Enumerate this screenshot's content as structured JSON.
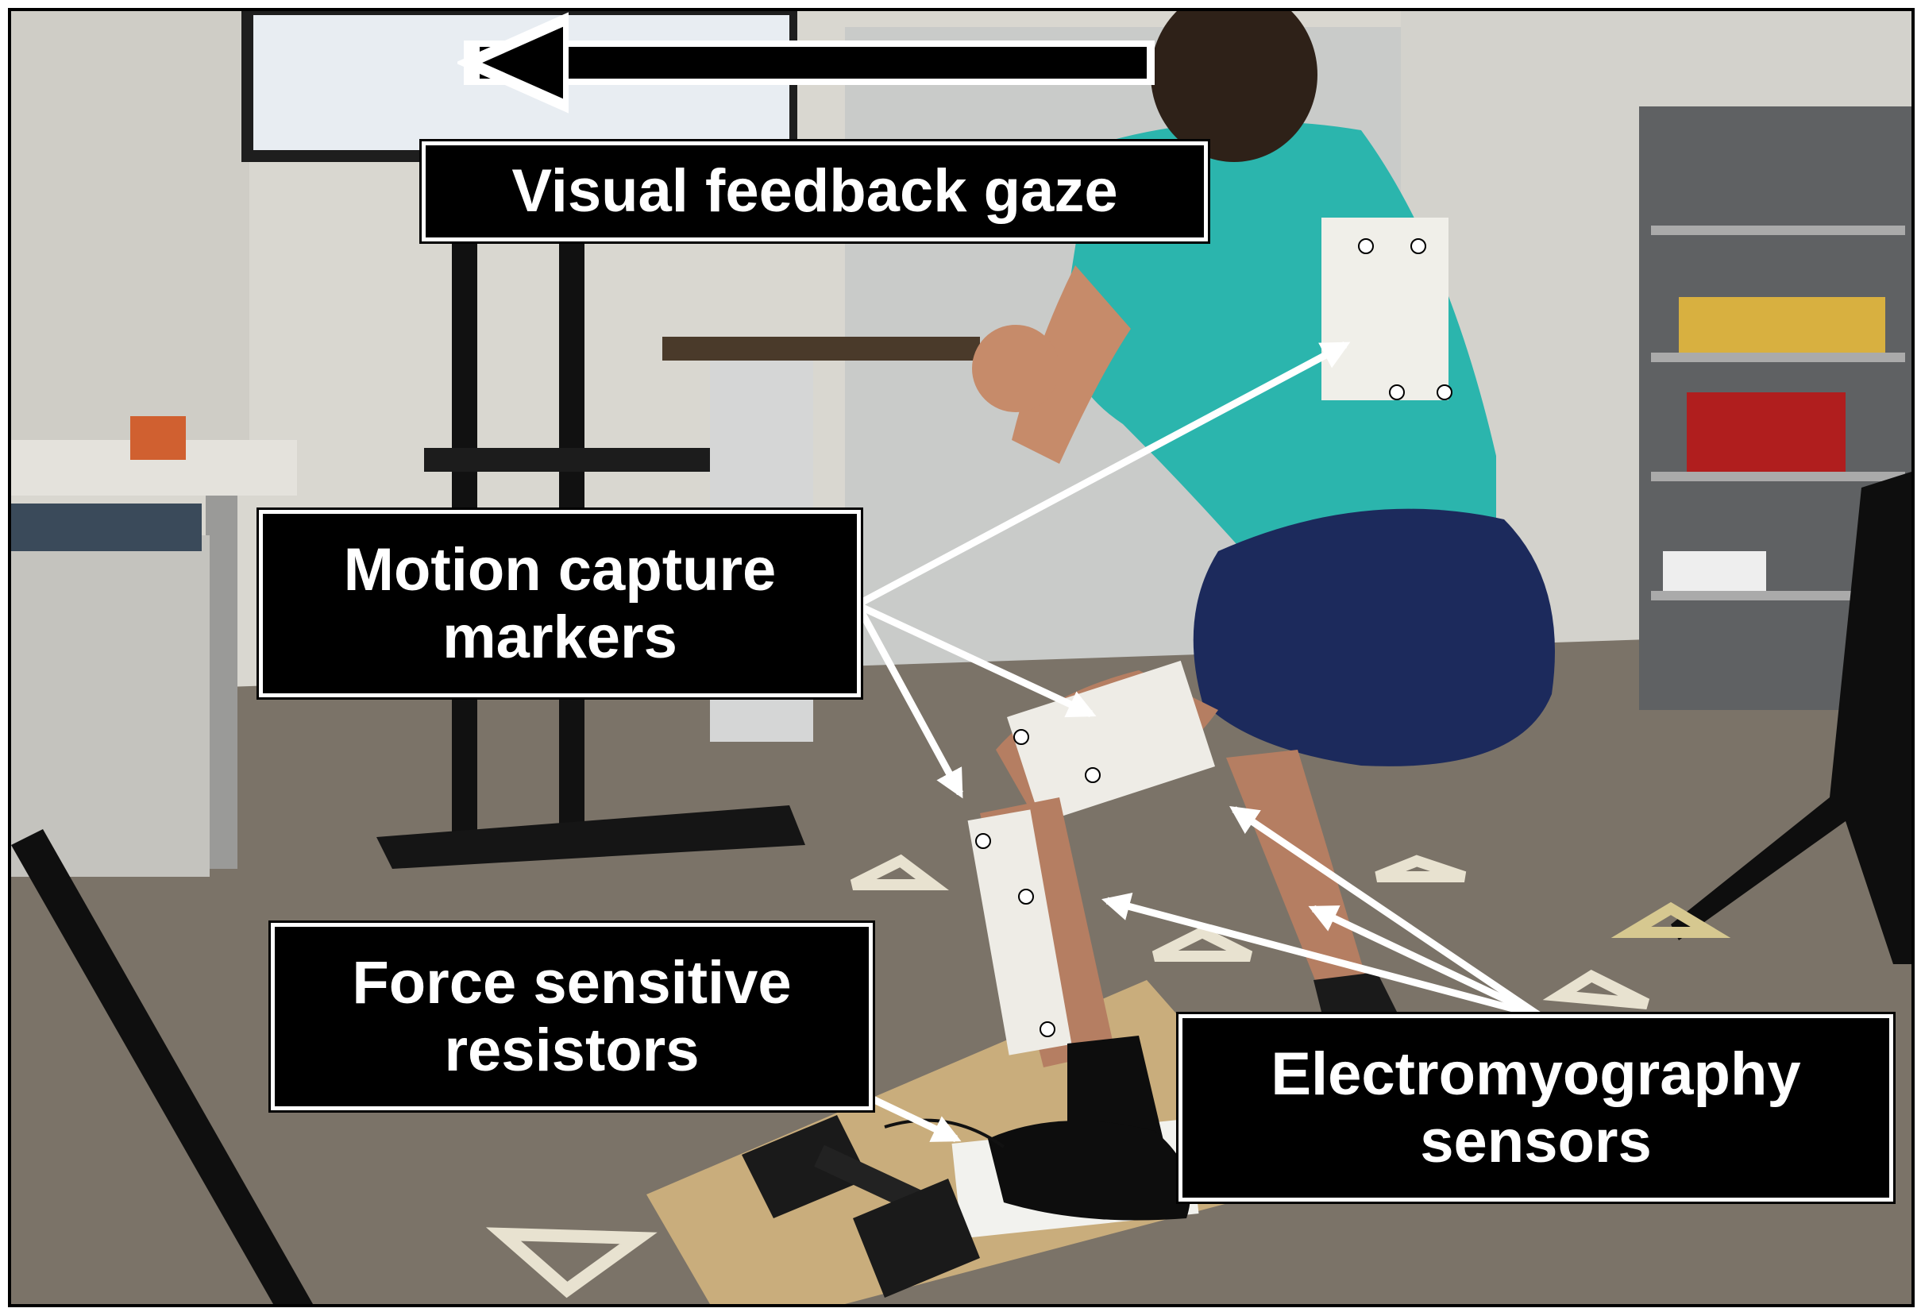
{
  "labels": {
    "visual_feedback": "Visual feedback gaze",
    "motion_capture_line1": "Motion capture",
    "motion_capture_line2": "markers",
    "force_line1": "Force sensitive",
    "force_line2": "resistors",
    "emg_line1": "Electromyography",
    "emg_line2": "sensors"
  },
  "colors": {
    "annotation_box": "#000000",
    "annotation_text": "#ffffff",
    "arrow": "#ffffff",
    "shirt": "#2bb5ad",
    "shorts": "#1c2a5c",
    "carpet": "#7b7368",
    "wall": "#d9d7d0"
  }
}
